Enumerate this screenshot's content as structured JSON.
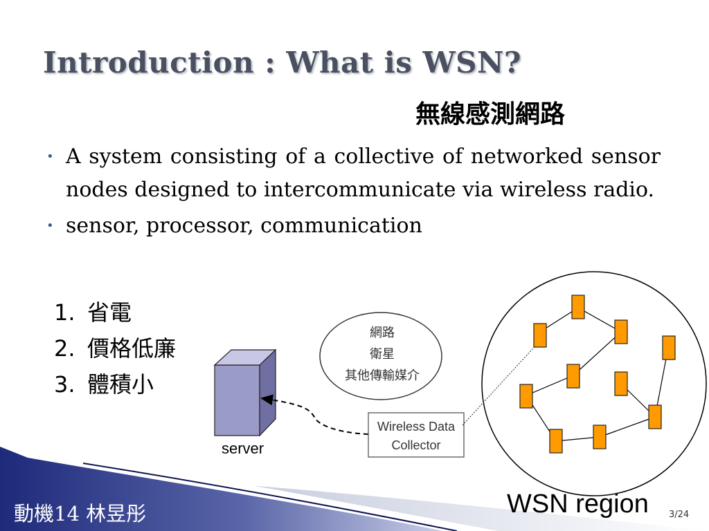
{
  "title": "Introduction : What is WSN?",
  "subtitle_zh": "無線感測網路",
  "bullets": [
    "A system consisting of a collective of networked sensor nodes designed to intercommunicate via wireless radio.",
    "sensor, processor, communication"
  ],
  "numbered_points": [
    {
      "num": "1.",
      "text": "省電"
    },
    {
      "num": "2.",
      "text": "價格低廉"
    },
    {
      "num": "3.",
      "text": "體積小"
    }
  ],
  "diagram": {
    "server_label": "server",
    "collector_label_line1": "Wireless Data",
    "collector_label_line2": "Collector",
    "network_line1": "網路",
    "network_line2": "衛星",
    "network_line3": "其他傳輸媒介",
    "region_label": "WSN region"
  },
  "footer": {
    "author": "動機14 林昱彤",
    "page": "3/24"
  },
  "colors": {
    "title": "#4a5060",
    "node_fill": "#ff9a00",
    "server_fill": "#9b9bc8",
    "footer_band": "#1e2a7a"
  }
}
